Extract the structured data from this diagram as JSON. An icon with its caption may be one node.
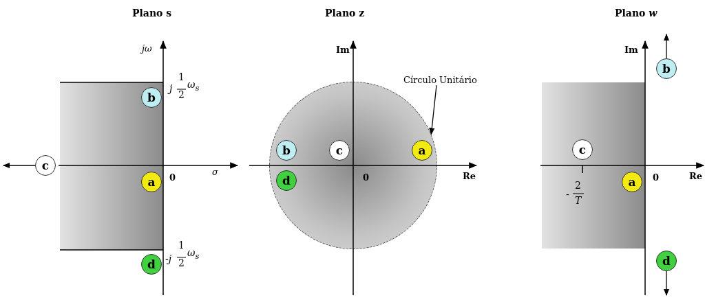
{
  "diagram": {
    "nodes": [
      {
        "text": [
          "b"
        ]
      },
      {
        "text": [
          "c"
        ]
      },
      {
        "text": [
          "a"
        ]
      },
      {
        "text": [
          "d"
        ]
      },
      {
        "text": [],
        "shape": "circle"
      },
      {
        "text": [
          "b"
        ],
        "in": 4
      },
      {
        "text": [
          "c"
        ],
        "in": 4
      },
      {
        "text": [
          "a"
        ],
        "in": 4
      },
      {
        "text": [
          "d"
        ],
        "in": 4
      },
      {
        "text": [
          "Círculo Unitário"
        ]
      },
      {
        "text": [
          "b"
        ]
      },
      {
        "text": [
          "c"
        ]
      },
      {
        "text": [
          "a"
        ]
      },
      {
        "text": [
          "d"
        ]
      }
    ],
    "edges": [
      {
        "from": 1,
        "to": null,
        "arrow": "to"
      },
      {
        "from": 9,
        "to": 4,
        "arrow": "to"
      },
      {
        "from": 10,
        "to": null,
        "arrow": "to"
      },
      {
        "from": 13,
        "to": null,
        "arrow": "to"
      }
    ],
    "labels": [
      "Plano s",
      "Plano z",
      "Plano *w*",
      "jω",
      "j",
      "1",
      "2",
      "ω$_{s}$",
      "0",
      "σ",
      "-j",
      "1",
      "2",
      "ω$_{s}$",
      "Im",
      "0",
      "Re",
      "Im",
      "0",
      "Re",
      "-",
      "2",
      "T"
    ]
  }
}
